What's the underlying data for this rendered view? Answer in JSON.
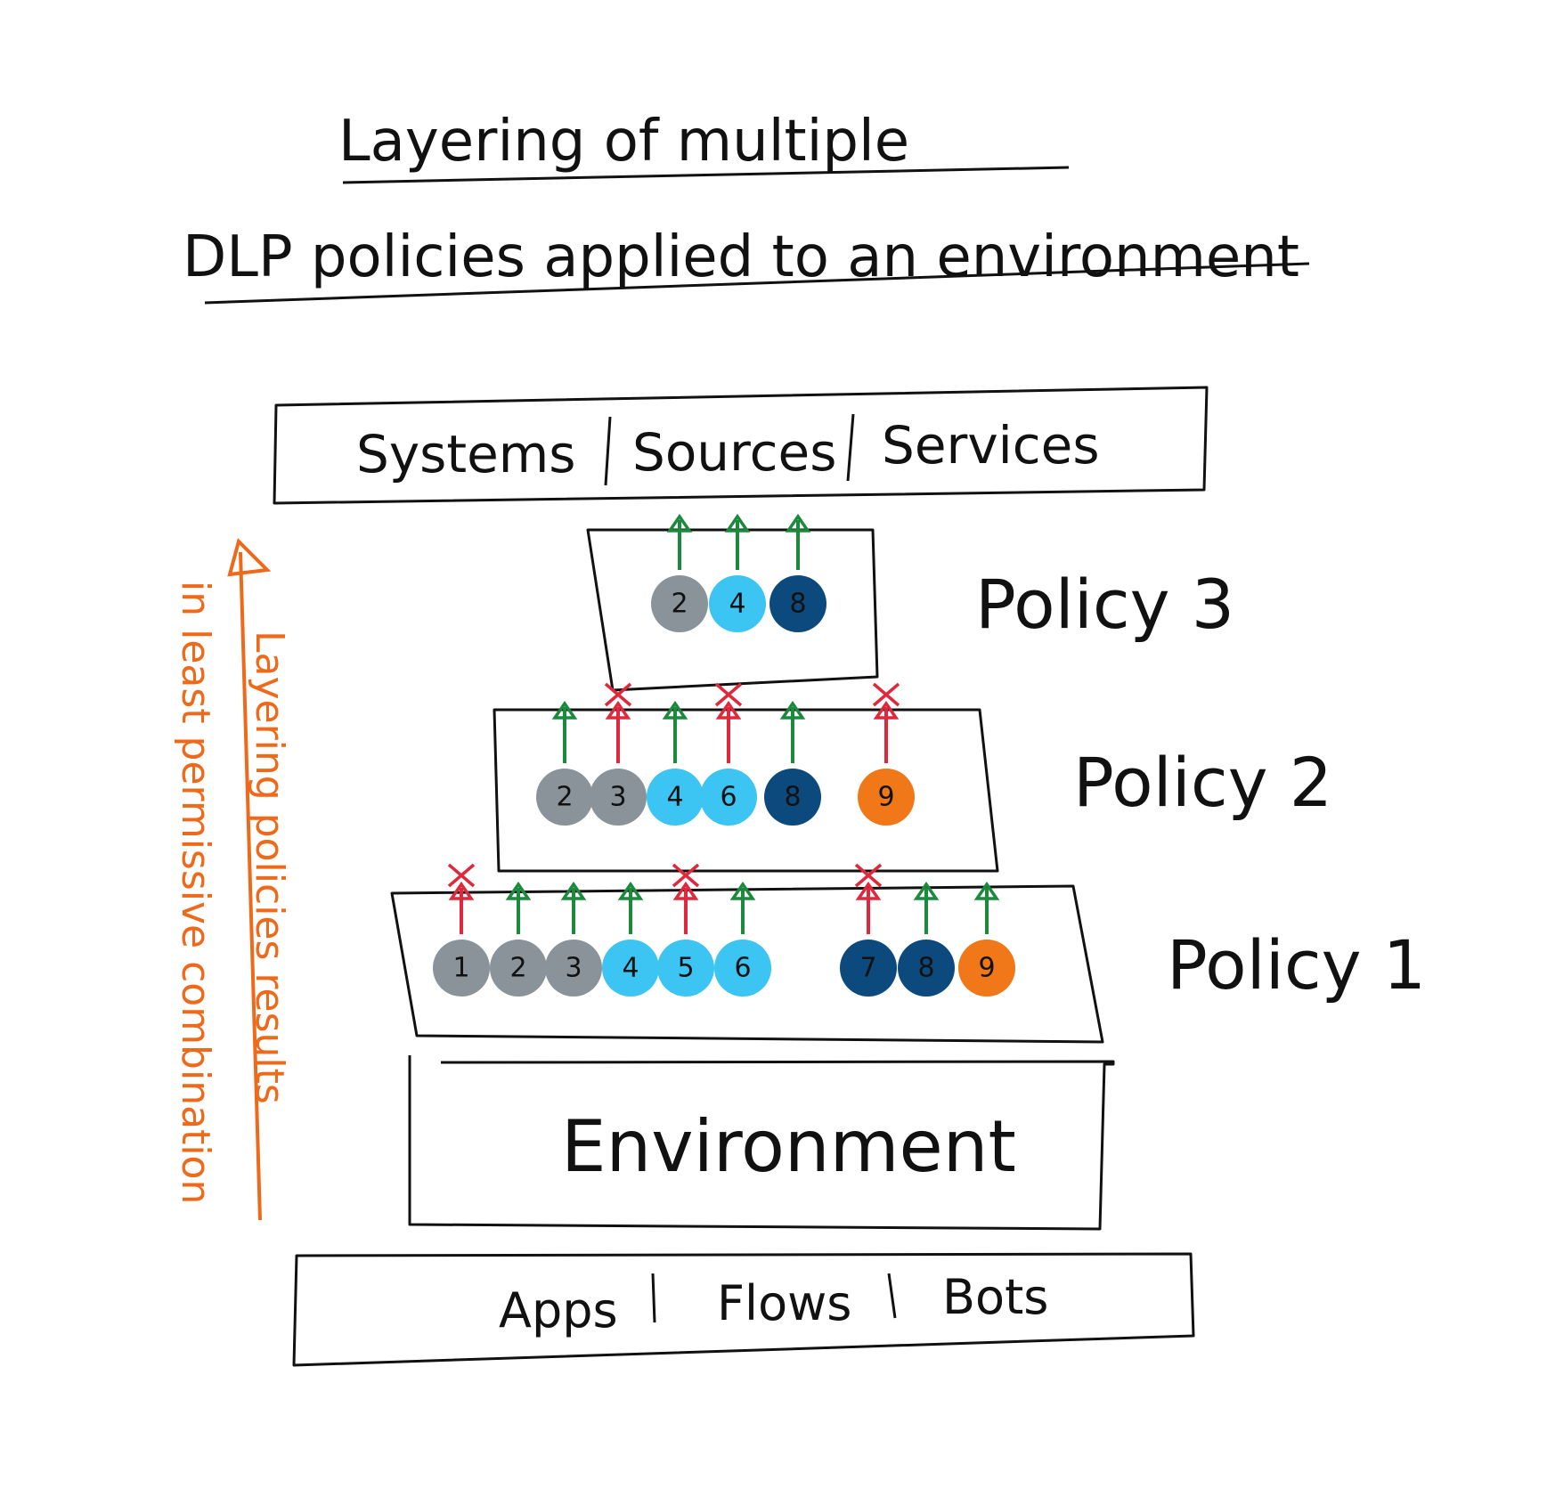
{
  "title": {
    "line1": "Layering of multiple",
    "line2": "DLP policies applied to an environment"
  },
  "layers": {
    "top": {
      "items": [
        "Systems",
        "Sources",
        "Services"
      ]
    },
    "bottom": {
      "items": [
        "Apps",
        "Flows",
        "Bots"
      ]
    },
    "environment": "Environment"
  },
  "policies": [
    {
      "label": "Policy 3",
      "connectors": [
        {
          "num": "2",
          "color": "grey",
          "allowed": true
        },
        {
          "num": "4",
          "color": "light-blue",
          "allowed": true
        },
        {
          "num": "8",
          "color": "dark-blue",
          "allowed": true
        }
      ]
    },
    {
      "label": "Policy 2",
      "connectors": [
        {
          "num": "2",
          "color": "grey",
          "allowed": true
        },
        {
          "num": "3",
          "color": "grey",
          "allowed": false
        },
        {
          "num": "4",
          "color": "light-blue",
          "allowed": true
        },
        {
          "num": "6",
          "color": "light-blue",
          "allowed": false
        },
        {
          "num": "8",
          "color": "dark-blue",
          "allowed": true
        },
        {
          "num": "9",
          "color": "orange",
          "allowed": false
        }
      ]
    },
    {
      "label": "Policy 1",
      "connectors": [
        {
          "num": "1",
          "color": "grey",
          "allowed": false
        },
        {
          "num": "2",
          "color": "grey",
          "allowed": true
        },
        {
          "num": "3",
          "color": "grey",
          "allowed": true
        },
        {
          "num": "4",
          "color": "light-blue",
          "allowed": true
        },
        {
          "num": "5",
          "color": "light-blue",
          "allowed": false
        },
        {
          "num": "6",
          "color": "light-blue",
          "allowed": true
        },
        {
          "num": "7",
          "color": "dark-blue",
          "allowed": false
        },
        {
          "num": "8",
          "color": "dark-blue",
          "allowed": true
        },
        {
          "num": "9",
          "color": "orange",
          "allowed": true
        }
      ]
    }
  ],
  "side_note": {
    "line1": "Layering policies results",
    "line2": "in least permissive combination"
  },
  "colors": {
    "grey": "#8a9399",
    "light-blue": "#3cc4f2",
    "dark-blue": "#0c4a7e",
    "orange": "#f07818",
    "allow-arrow": "#1c8a3c",
    "block-arrow": "#e0283c",
    "note": "#ee6a1a"
  }
}
